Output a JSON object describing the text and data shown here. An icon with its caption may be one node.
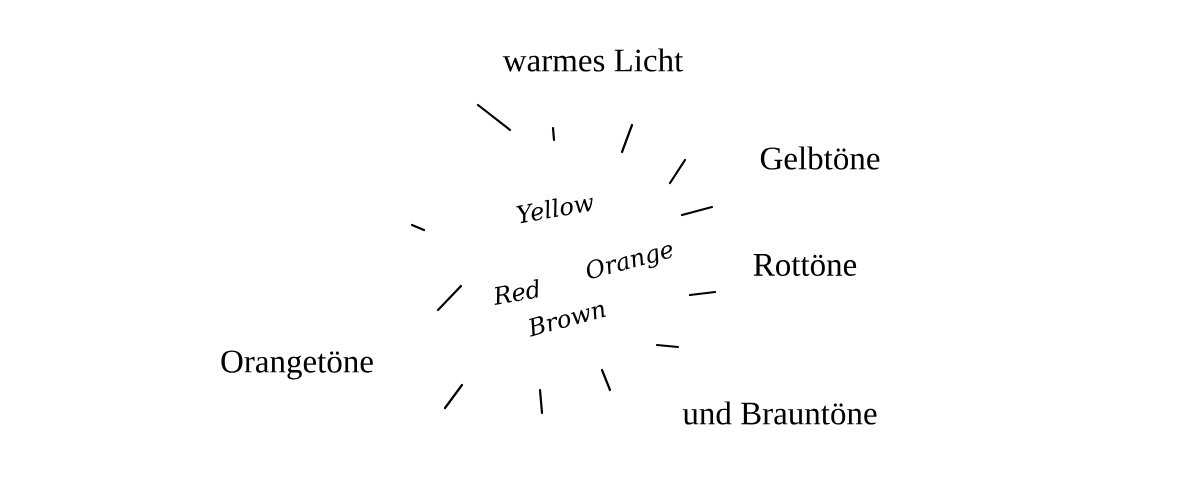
{
  "diagram": {
    "labels": [
      "warmes Licht",
      "Gelbtöne",
      "Yellow",
      "Rottöne",
      "Orange",
      "Red",
      "Brown",
      "Orangetöne",
      "und Brauntöne"
    ]
  }
}
